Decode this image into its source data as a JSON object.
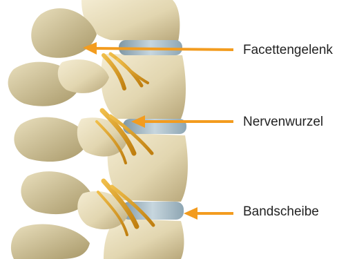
{
  "labels": {
    "facet_joint": "Facettengelenk",
    "nerve_root": "Nervenwurzel",
    "disc": "Bandscheibe"
  },
  "colors": {
    "background": "#ffffff",
    "bone": "#e7dcb8",
    "bone_shadow": "#b9a97c",
    "nerve": "#d79b1e",
    "disc": "#9fb6c2",
    "arrow": "#f39c1f",
    "text": "#222222"
  }
}
